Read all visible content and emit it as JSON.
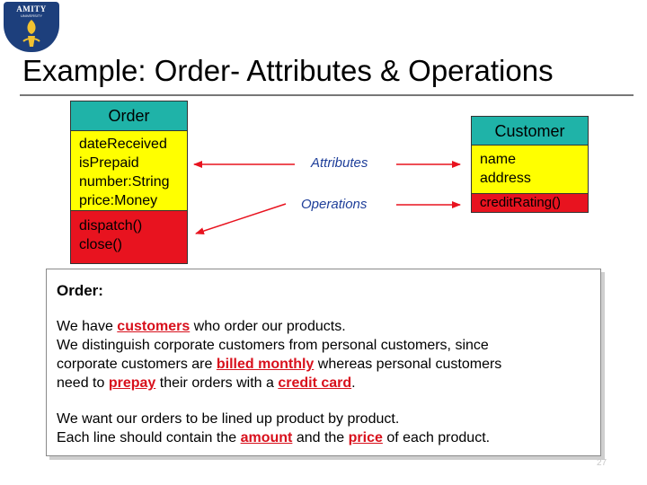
{
  "logo": {
    "name": "AMITY",
    "subtitle": "UNIVERSITY"
  },
  "title": "Example: Order- Attributes & Operations",
  "order_class": {
    "name": "Order",
    "attributes": [
      "dateReceived",
      "isPrepaid",
      "number:String",
      "price:Money"
    ],
    "operations": [
      "dispatch()",
      "close()"
    ]
  },
  "customer_class": {
    "name": "Customer",
    "attributes": [
      "name",
      "address"
    ],
    "operations": [
      "creditRating()"
    ]
  },
  "labels": {
    "attributes": "Attributes",
    "operations": "Operations"
  },
  "description": {
    "heading": "Order:",
    "p1": {
      "line1": {
        "a": "We have ",
        "b": "customers",
        "c": " who order our products."
      },
      "line2": "We distinguish corporate customers from personal customers, since",
      "line3": {
        "a": "corporate customers are ",
        "b": "billed monthly",
        "c": " whereas personal customers"
      },
      "line4": {
        "a": "need to ",
        "b": "prepay",
        "c": " their orders with a ",
        "d": "credit card",
        "e": "."
      }
    },
    "p2": {
      "line1": "We want our orders to be lined up product by product.",
      "line2": {
        "a": "Each line should contain the ",
        "b": "amount",
        "c": " and the ",
        "d": "price",
        "e": " of each product."
      }
    }
  },
  "page_number": "27",
  "colors": {
    "class_header": "#1fb3a8",
    "attributes_fill": "#ffff00",
    "operations_fill": "#e8131f",
    "arrow": "#e8131f",
    "label_text": "#1f3f9a",
    "highlight": "#d8101c",
    "logo_bg": "#1d3f7c"
  }
}
